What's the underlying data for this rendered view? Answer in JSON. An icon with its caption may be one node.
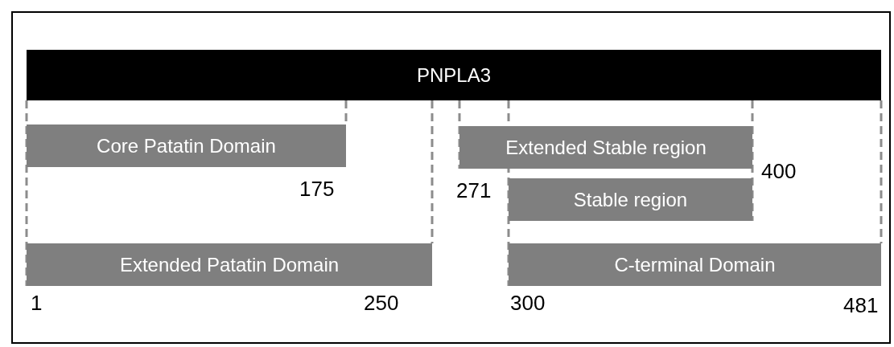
{
  "diagram": {
    "nodes": [
      {
        "text": [
          "PNPLA3"
        ]
      },
      {
        "text": [
          "Core Patatin Domain"
        ]
      },
      {
        "text": [
          "Extended Stable region"
        ]
      },
      {
        "text": [
          "Stable region"
        ]
      },
      {
        "text": [
          "Extended Patatin Domain"
        ]
      },
      {
        "text": [
          "C-terminal Domain"
        ]
      }
    ],
    "labels": [
      "400",
      "175",
      "271",
      "1",
      "250",
      "300",
      "481"
    ]
  }
}
